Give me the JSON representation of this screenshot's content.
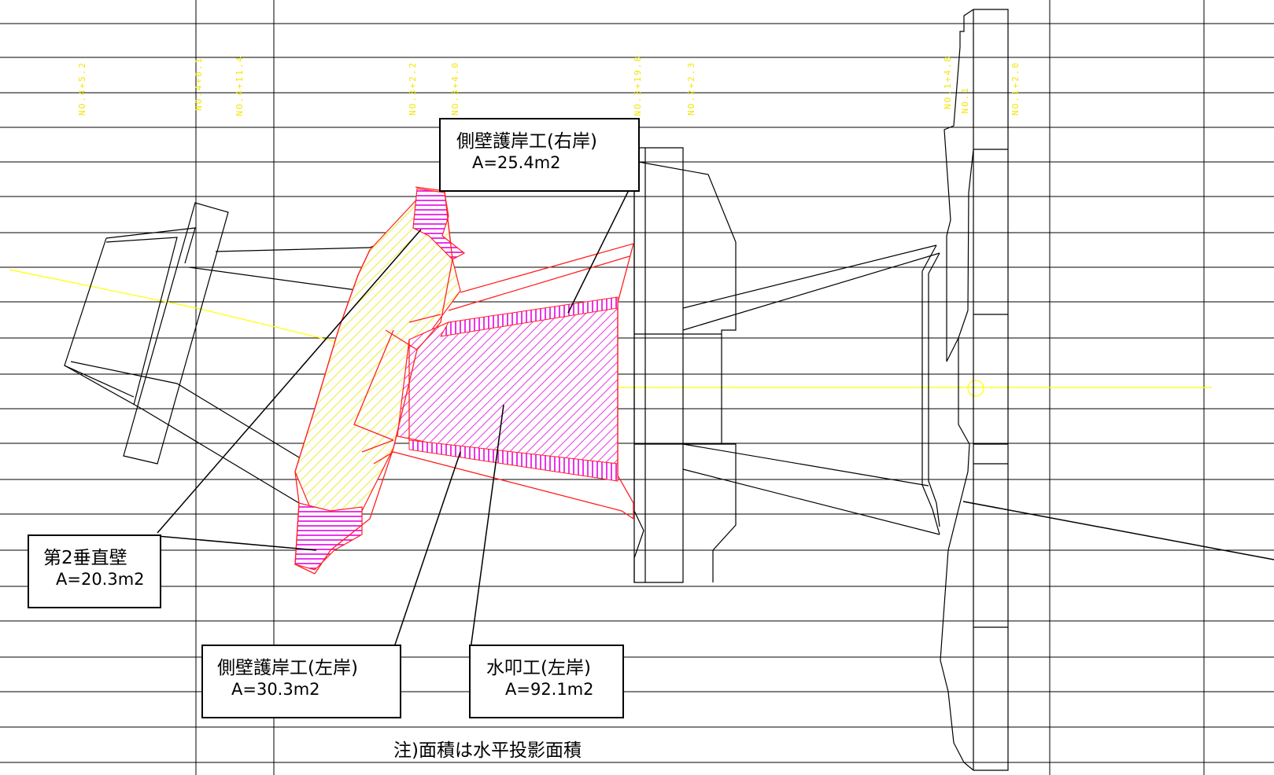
{
  "callouts": {
    "right_side_wall": {
      "title": "側壁護岸工(右岸)",
      "area": "A=25.4m2"
    },
    "second_vertical_wall": {
      "title": "第2垂直壁",
      "area": "A=20.3m2"
    },
    "left_side_wall": {
      "title": "側壁護岸工(左岸)",
      "area": "A=30.3m2"
    },
    "water_cushion": {
      "title": "水叩工(左岸)",
      "area": "A=92.1m2"
    }
  },
  "note": "注)面積は水平投影面積",
  "station_labels": [
    "NO.4+5.2",
    "NO.4+0.1",
    "NO.4+11.4",
    "NO.3+2.2",
    "NO.3+4.0",
    "NO.3+19.8",
    "NO.2+2.3",
    "NO.1+4.8",
    "NO.1",
    "NO.1+2.0"
  ],
  "colors": {
    "hatch_yellow": "#e8e800",
    "hatch_magenta": "#e600e6",
    "outline_red": "#ff2020",
    "centerline": "#ffff00",
    "linework": "#000000"
  }
}
